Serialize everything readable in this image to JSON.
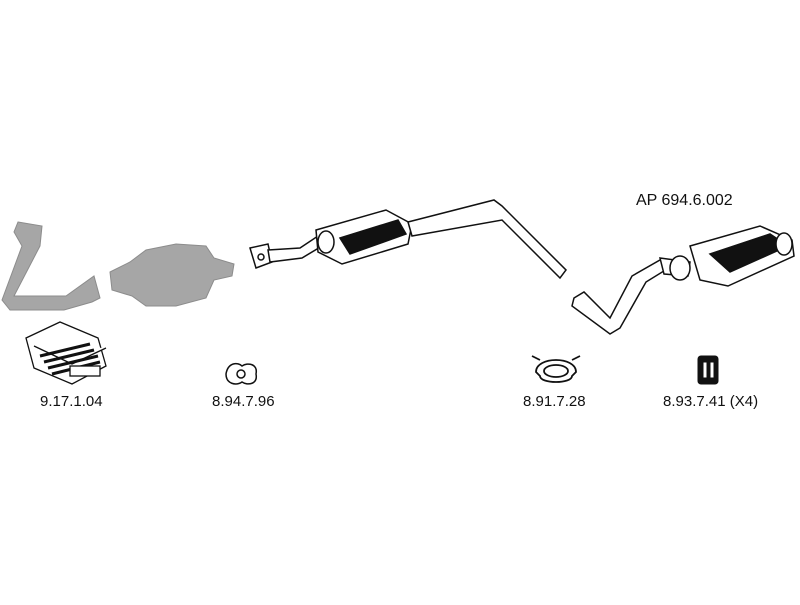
{
  "assembly": {
    "code": "AP 694.6.002"
  },
  "parts": [
    {
      "name": "mounting-kit",
      "icon": "mounting-kit-box-icon",
      "number": "9.17.1.04"
    },
    {
      "name": "gasket",
      "icon": "flange-gasket-icon",
      "number": "8.94.7.96"
    },
    {
      "name": "clamp",
      "icon": "pipe-clamp-icon",
      "number": "8.91.7.28"
    },
    {
      "name": "rubber-hanger",
      "icon": "rubber-hanger-icon",
      "number": "8.93.7.41 (X4)"
    }
  ],
  "colors": {
    "line": "#111111",
    "ghost_fill": "#a6a6a6",
    "ghost_stroke": "#8c8c8c",
    "part_fill": "#ffffff"
  }
}
